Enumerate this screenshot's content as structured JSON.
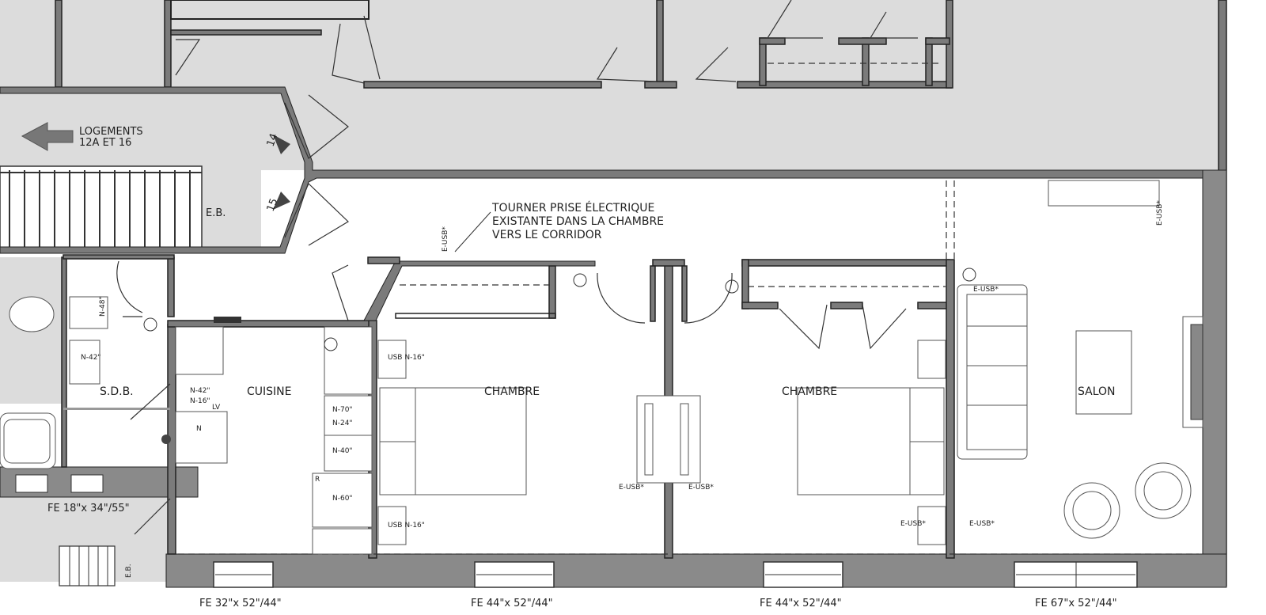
{
  "rooms": {
    "kitchen": "CUISINE",
    "bedroom_1": "CHAMBRE",
    "bedroom_2": "CHAMBRE",
    "living": "SALON",
    "bathroom": "S.D.B."
  },
  "corridor": {
    "arrow_line1": "LOGEMENTS",
    "arrow_line2": "12A ET 16",
    "eb_top": "E.B.",
    "eb_bottom": "E.B.",
    "door_14": "14",
    "door_15": "15"
  },
  "note": {
    "line1": "TOURNER PRISE ÉLECTRIQUE",
    "line2": "EXISTANTE DANS LA CHAMBRE",
    "line3": "VERS LE CORRIDOR"
  },
  "windows": {
    "fe_bath": "FE 18\"x 34\"/55\"",
    "fe_kitchen": "FE 32\"x 52\"/44\"",
    "fe_bed1": "FE 44\"x 52\"/44\"",
    "fe_bed2": "FE 44\"x 52\"/44\"",
    "fe_salon": "FE 67\"x 52\"/44\""
  },
  "tags": {
    "n42": "N-42\"",
    "n48": "N-48\"",
    "n42b": "N-42\"",
    "n16": "N-16\"",
    "n70": "N-70\"",
    "n24": "N-24\"",
    "n40": "N-40\"",
    "n60": "N-60\"",
    "usb16_a": "USB N-16\"",
    "usb16_b": "USB N-16\"",
    "eusb_1": "E-USB*",
    "eusb_2": "E-USB*",
    "eusb_3": "E-USB*",
    "eusb_4": "E-USB*",
    "eusb_5": "E-USB*",
    "eusb_6": "E-USB*",
    "eusb_7": "E-USB*",
    "lv": "LV",
    "r": "R",
    "n": "N"
  },
  "colors": {
    "wall": "#7b7b7b",
    "common_area": "#dcdcdc",
    "unit_floor": "#ffffff",
    "ink": "#222222"
  }
}
